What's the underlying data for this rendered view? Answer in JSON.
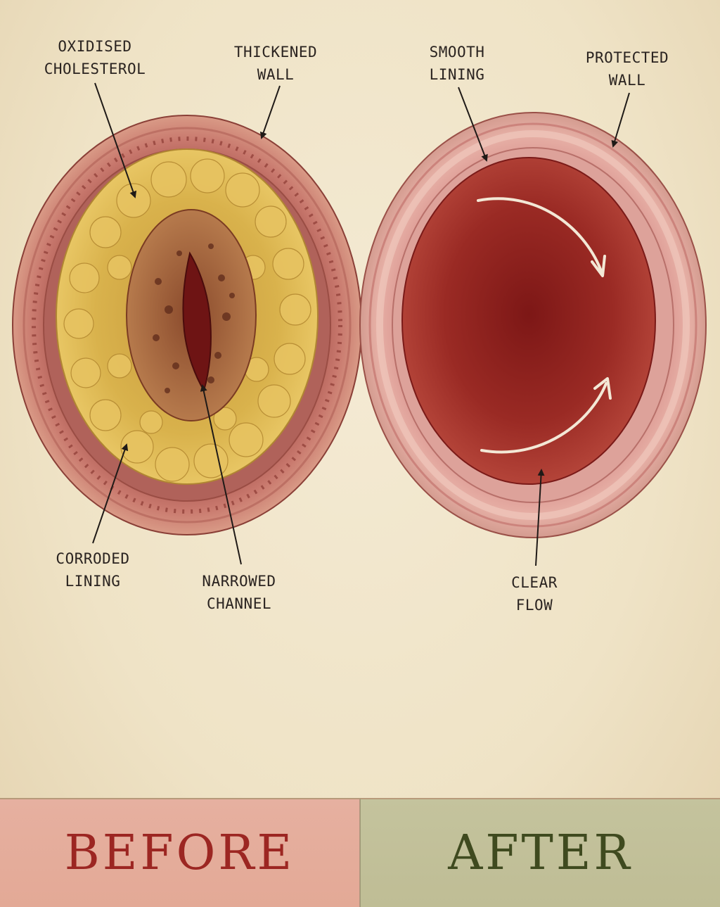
{
  "colors": {
    "before_panel": "#e4ab98",
    "after_panel": "#c2c09a",
    "before_text": "#9c2622",
    "after_text": "#3f4a1f",
    "plaque": "#d8b047",
    "artery_wall": "#c6736b",
    "lumen": "#8e1e1c"
  },
  "labels": {
    "oxidised_cholesterol": {
      "line1": "OXIDISED",
      "line2": "CHOLESTEROL"
    },
    "thickened_wall": {
      "line1": "THICKENED",
      "line2": "WALL"
    },
    "corroded_lining": {
      "line1": "CORRODED",
      "line2": "LINING"
    },
    "narrowed_channel": {
      "line1": "NARROWED",
      "line2": "CHANNEL"
    },
    "smooth_lining": {
      "line1": "SMOOTH",
      "line2": "LINING"
    },
    "protected_wall": {
      "line1": "PROTECTED",
      "line2": "WALL"
    },
    "clear_flow": {
      "line1": "CLEAR",
      "line2": "FLOW"
    }
  },
  "banner": {
    "before": "BEFORE",
    "after": "AFTER"
  }
}
